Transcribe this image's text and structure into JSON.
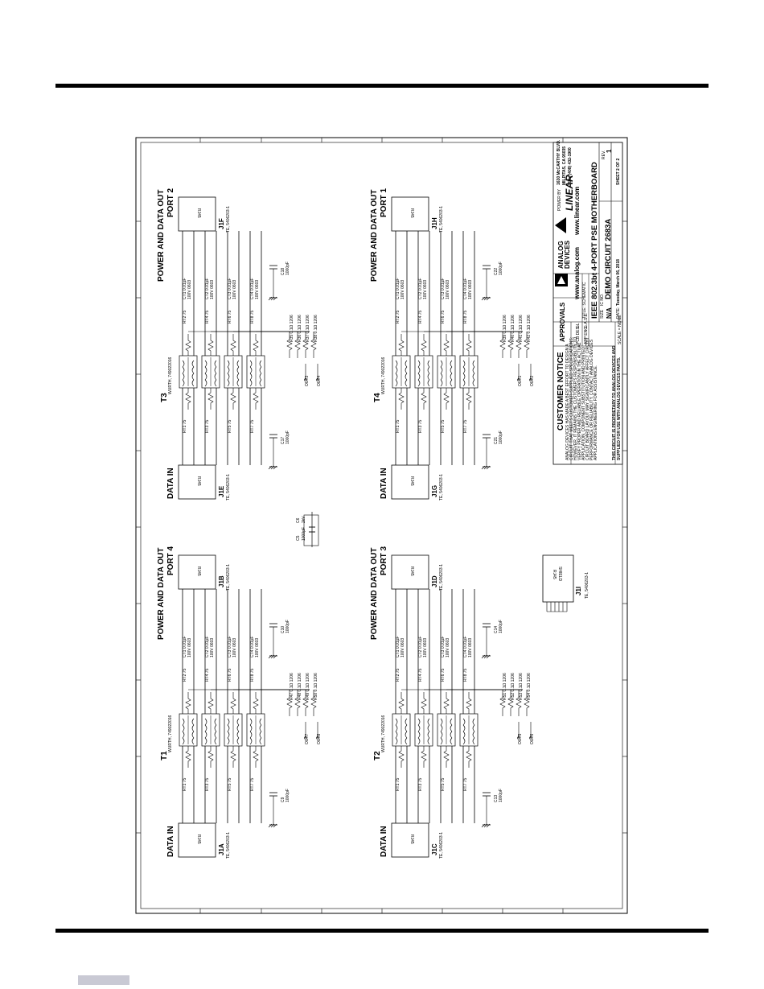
{
  "header": {},
  "sheet": {
    "sections": [
      {
        "id": "p2",
        "data_in": "DATA IN",
        "data_in_ref": "J1E",
        "data_in_part": "TE, 5406203-1",
        "power_out": "POWER AND DATA OUT",
        "port": "PORT 2",
        "out_ref": "J1F",
        "out_part": "TE, 5406203-1",
        "transformer": "T3",
        "transformer_part": "WURTH, 749022016",
        "jack_type": "RJ45",
        "cap_in": "C17",
        "cap_out": "C18",
        "out_labels": [
          "OUT3",
          "OUT4"
        ],
        "resistors": [
          "R35 0.1Ω 1206",
          "R36 0.1Ω 1206",
          "R37 0.1Ω 1206",
          "R38 0.1Ω 1206"
        ]
      },
      {
        "id": "p1",
        "data_in": "DATA IN",
        "data_in_ref": "J1G",
        "data_in_part": "TE, 5406203-1",
        "power_out": "POWER AND DATA OUT",
        "port": "PORT 1",
        "out_ref": "J1H",
        "out_part": "TE, 5406203-1",
        "transformer": "T4",
        "transformer_part": "WURTH, 749022016",
        "jack_type": "RJ45",
        "cap_in": "C21",
        "cap_out": "C22",
        "out_labels": [
          "OUT1",
          "OUT2"
        ],
        "resistors": [
          "R39 0.1Ω 1206",
          "R40 0.1Ω 1206",
          "R41 0.1Ω 1206",
          "R42 0.1Ω 1206"
        ]
      },
      {
        "id": "p4",
        "data_in": "DATA IN",
        "data_in_ref": "J1A",
        "data_in_part": "TE, 5406203-1",
        "power_out": "POWER AND DATA OUT",
        "port": "PORT 4",
        "out_ref": "J1B",
        "out_part": "TE, 5406203-1",
        "transformer": "T1",
        "transformer_part": "WURTH, 749022016",
        "jack_type": "RJ45",
        "cap_in": "C9",
        "cap_out": "C10",
        "out_labels": [
          "OUT7",
          "OUT8"
        ],
        "resistors": [
          "R47 0.1Ω 1206",
          "R48 0.1Ω 1206",
          "R49 0.1Ω 1206",
          "R50 0.1Ω 1206"
        ]
      },
      {
        "id": "p3",
        "data_in": "DATA IN",
        "data_in_ref": "J1C",
        "data_in_part": "TE, 5406203-1",
        "power_out": "POWER AND DATA OUT",
        "port": "PORT 3",
        "out_ref": "J1D",
        "out_part": "TE, 5406203-1",
        "transformer": "T2",
        "transformer_part": "WURTH, 749022016",
        "jack_type": "RJ45",
        "cap_in": "C13",
        "cap_out": "C14",
        "out_labels": [
          "OUT5",
          "OUT6"
        ],
        "resistors": [
          "R51 0.1Ω 1206",
          "R52 0.1Ω 1206",
          "R53 0.1Ω 1206",
          "R54 0.1Ω 1206"
        ]
      }
    ],
    "cap_values": [
      "1000pF",
      "2kV",
      "1206"
    ],
    "ct_caps": [
      "CT1",
      "CT2",
      "CT3",
      "CT4"
    ],
    "ct_values": [
      "0.01µF",
      "100V",
      "0603"
    ],
    "rt_values": "75",
    "center_caps": {
      "c1": "C5",
      "c2": "C6",
      "v1": "1000pF",
      "v2": "2kV",
      "v3": "1206"
    },
    "shield_jack": {
      "ref": "J1I",
      "part": "TE, 5406203-1",
      "type": "RJ45",
      "sub": "SHIELD"
    },
    "title_block": {
      "notice_title": "CUSTOMER NOTICE",
      "notice_lines": [
        "ANALOG DEVICES HAS MADE A BEST EFFORT TO DESIGN A",
        "CIRCUIT THAT MEETS CUSTOMER-SUPPLIED SPECIFICATIONS;",
        "HOWEVER, IT REMAINS THE CUSTOMER'S RESPONSIBILITY TO",
        "VERIFY PROPER AND RELIABLE OPERATION IN THE ACTUAL",
        "APPLICATION. COMPONENT SUBSTITUTION AND PRINTED",
        "CIRCUIT BOARD LAYOUT MAY SIGNIFICANTLY AFFECT CIRCUIT",
        "PERFORMANCE OR RELIABILITY. CONTACT ANALOG DEVICES",
        "APPLICATIONS ENGINEERING FOR ASSISTANCE."
      ],
      "footnote_1": "THIS CIRCUIT IS PROPRIETARY TO ANALOG DEVICES AND",
      "footnote_2": "SUPPLIED FOR USE WITH ANALOG DEVICES PARTS.",
      "approvals": "APPROVALS",
      "company_1": "ANALOG",
      "company_2": "DEVICES",
      "powered_by": "POWER BY",
      "linear": "LINEAR",
      "address_1": "1630 McCARTHY BLVD.",
      "address_2": "MILPITAS, CA 95035",
      "address_3": "TEL: (408) 432-1900",
      "web": "www.linear.com",
      "web2": "www.analog.com",
      "title_prefix": "TITLE: SCHEMATIC",
      "board_title": "IEEE 802.3bt 4-PORT PSE MOTHERBOARD",
      "size_label": "SIZE",
      "size_value": "N/A",
      "ic_no": "IC NO.",
      "demo": "DEMO CIRCUIT 2683A",
      "rev_label": "REV.",
      "rev": "1",
      "date_label": "DATE:",
      "date": "Tuesday, March 06, 2018",
      "scale": "SCALE = NONE",
      "sheet": "SHEET 2 OF 2",
      "pcb_des": "PCB DES.",
      "app_eng": "APP ENG.",
      "pcb_name": "GL",
      "app_name": "G.A.S.E."
    }
  }
}
